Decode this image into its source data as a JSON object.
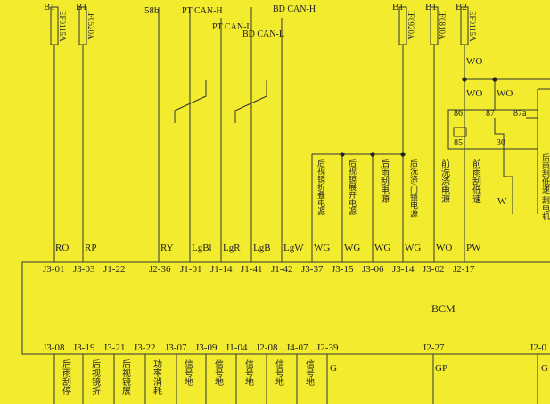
{
  "diagram": {
    "top_labels": {
      "b1_left_a": "B1",
      "b1_left_b": "B1",
      "n58b": "58b",
      "pt_can_h": "PT CAN-H",
      "pt_can_l": "PT CAN-L",
      "bd_can_h": "BD CAN-H",
      "bd_can_l": "BD CAN-L",
      "b1_right_a": "B1",
      "b1_right_b": "B1",
      "b2": "B2"
    },
    "fuses": {
      "ef0115a": "EF0115A",
      "if0520a": "IF0520A",
      "if0920a": "IF0920A",
      "if0810a": "IF0810A",
      "ef0115a_right": "EF0115A"
    },
    "relay": {
      "wo_top": "WO",
      "wo_left": "WO",
      "wo_right": "WO",
      "pin86": "86",
      "pin87": "87",
      "pin87a": "87a",
      "pin85": "85",
      "pin30": "30",
      "w": "W",
      "label_right_1": "后雨刮低速",
      "label_right_2": "刮电机"
    },
    "wire_labels": {
      "w1": "后视镜折叠电源",
      "w2": "后视镜展开电源",
      "w3": "后雨刮电源",
      "w4": "后洗涤/门锁电源",
      "w5": "前洗涤电源",
      "w6": "前雨刮低速"
    },
    "wire_colors": [
      "RO",
      "RP",
      "RY",
      "LgBl",
      "LgR",
      "LgB",
      "LgW",
      "WG",
      "WG",
      "WG",
      "WG",
      "WO",
      "PW"
    ],
    "top_pins": [
      "J3-01",
      "J3-03",
      "J1-22",
      "J2-36",
      "J1-01",
      "J1-14",
      "J1-41",
      "J1-42",
      "J3-37",
      "J3-15",
      "J3-06",
      "J3-14",
      "J3-02",
      "J2-17"
    ],
    "module": "BCM",
    "bottom_pins": [
      "J3-08",
      "J3-19",
      "J3-21",
      "J3-22",
      "J3-07",
      "J3-09",
      "J1-04",
      "J2-08",
      "J4-07",
      "J2-39",
      "J2-27",
      "J2-0"
    ],
    "bottom_colors": {
      "g1": "G",
      "gp": "GP",
      "g2": "G"
    },
    "bottom_labels": [
      "后雨刮停",
      "后视镜折",
      "后视镜展",
      "功率消耗",
      "信号地",
      "信号地",
      "信号地",
      "信号地",
      "信号地"
    ]
  }
}
